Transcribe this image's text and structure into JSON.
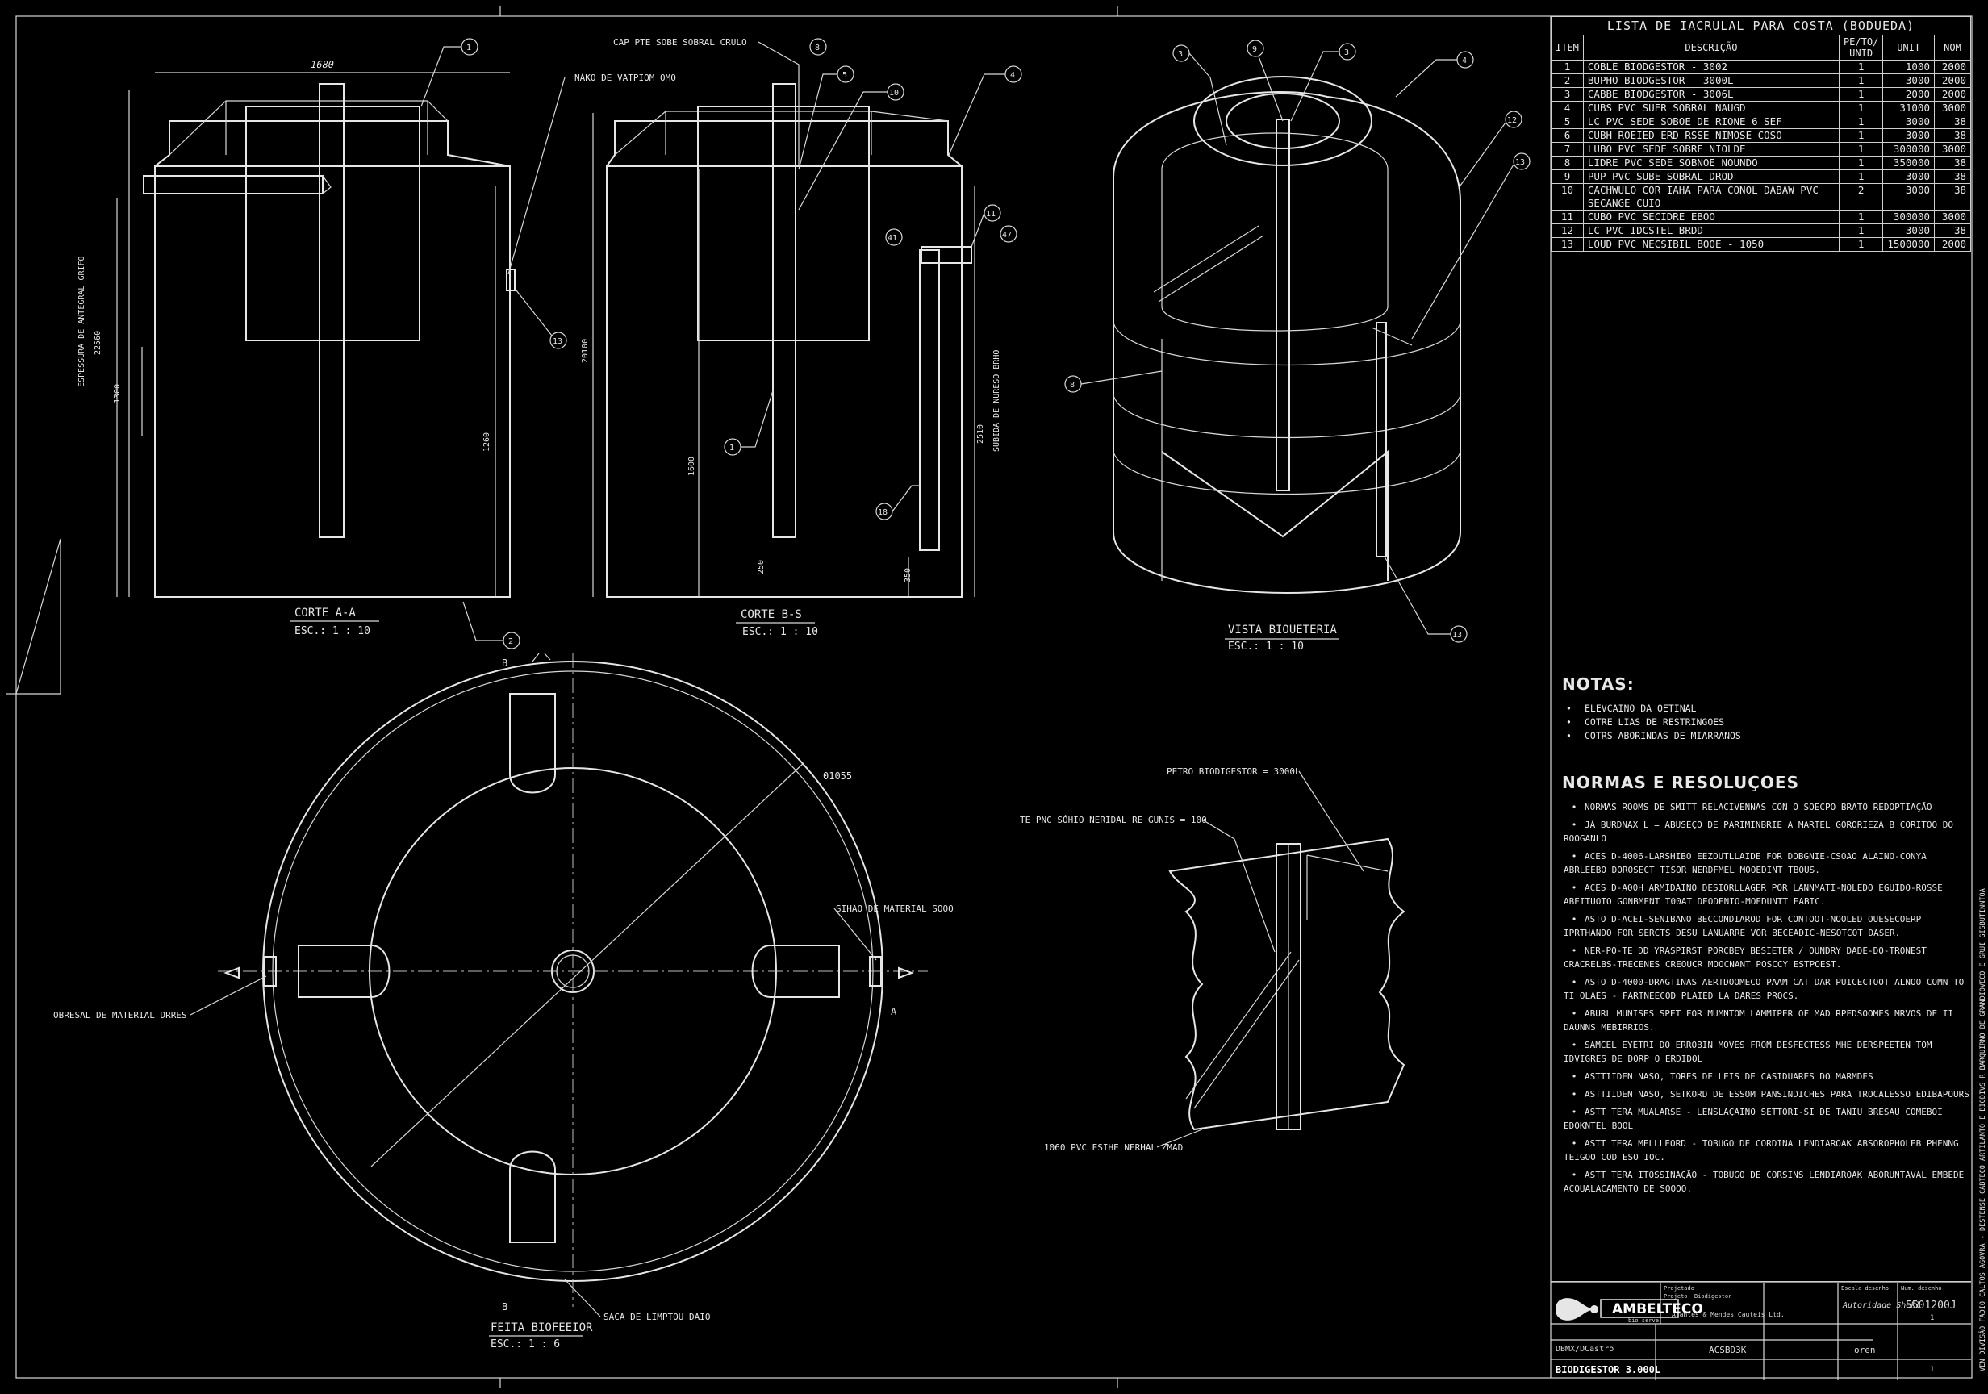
{
  "colors": {
    "background": "#000000",
    "line": "#e6e6e6"
  },
  "views": {
    "section_a": {
      "title": "CORTE A-A",
      "scale": "ESC.: 1 : 10"
    },
    "section_b": {
      "title": "CORTE B-S",
      "scale": "ESC.: 1 : 10"
    },
    "iso": {
      "title": "VISTA BIOUETERIA",
      "scale": "ESC.: 1 : 10"
    },
    "plan": {
      "title": "FEITA BIOFEEIOR",
      "scale": "ESC.: 1 : 6"
    }
  },
  "dims": {
    "a_top": "1680",
    "a_vert1": "ESPESSURA DE ANTEGRAL GRIFO",
    "a_vert2": "22560",
    "a_vert3": "1300",
    "a_vert4": "1260",
    "b_vert1": "20100",
    "b_vert2": "1600",
    "b_vert3": "250",
    "b_vert4": "2510",
    "b_vert5": "SUBIDA DE NURESO BRHO",
    "b_vert6": "350",
    "plan_dia": "01055"
  },
  "labels": {
    "cap": "CAP PTE SOBE SOBRAL CRULO",
    "niho": "NÁKO DE VATPIOM OMO",
    "petro": "PETRO BIODIGESTOR = 3000L",
    "tepvc": "TE PNC SÓHIO NERIDAL RE GUNIS = 100",
    "pvc1060": "1060 PVC ESIHE NERHAL ZMAD",
    "sitao": "SIHÃO DE MATERIAL SOOO",
    "obresial": "OBRESAL DE MATERIAL DRRES",
    "saca": "SACA DE LIMPTOU DAIO",
    "cut_a": "A",
    "cut_b": "B"
  },
  "balloons": {
    "a": [
      "1",
      "2",
      "13"
    ],
    "b": [
      "8",
      "5",
      "10",
      "4",
      "41",
      "11",
      "47",
      "1",
      "18"
    ],
    "iso": [
      "3",
      "9",
      "3",
      "4",
      "12",
      "13",
      "8",
      "13"
    ]
  },
  "bom": {
    "title": "LISTA DE IACRULAL PARA COSTA (BODUEDA)",
    "headers": {
      "item": "ITEM",
      "desc": "DESCRIÇÃO",
      "qty": "PE/TO/ UNID",
      "unit": "UNIT",
      "total": "NOM"
    },
    "rows": [
      {
        "item": "1",
        "desc": "COBLE BIODGESTOR - 3002",
        "qty": "1",
        "unit": "1000",
        "total": "2000"
      },
      {
        "item": "2",
        "desc": "BUPHO BIODGESTOR - 3000L",
        "qty": "1",
        "unit": "3000",
        "total": "2000"
      },
      {
        "item": "3",
        "desc": "CABBE BIODGESTOR - 3006L",
        "qty": "1",
        "unit": "2000",
        "total": "2000"
      },
      {
        "item": "4",
        "desc": "CUBS PVC SUER SOBRAL NAUGD",
        "qty": "1",
        "unit": "31000",
        "total": "3000"
      },
      {
        "item": "5",
        "desc": "LC PVC SEDE SOBOE DE RIONE 6 SEF",
        "qty": "1",
        "unit": "3000",
        "total": "38"
      },
      {
        "item": "6",
        "desc": "CUBH ROEIED ERD RSSE NIMOSE COSO",
        "qty": "1",
        "unit": "3000",
        "total": "38"
      },
      {
        "item": "7",
        "desc": "LUBO PVC SEDE SOBRE NIOLDE",
        "qty": "1",
        "unit": "300000",
        "total": "3000"
      },
      {
        "item": "8",
        "desc": "LIDRE PVC SEDE SOBNOE NOUNDO",
        "qty": "1",
        "unit": "350000",
        "total": "38"
      },
      {
        "item": "9",
        "desc": "PUP PVC SUBE SOBRAL DROD",
        "qty": "1",
        "unit": "3000",
        "total": "38"
      },
      {
        "item": "10",
        "desc": "CACHWULO COR IAHA PARA CONOL DABAW PVC SECANGE CUIO",
        "qty": "2",
        "unit": "3000",
        "total": "38"
      },
      {
        "item": "11",
        "desc": "CUBO PVC SECIDRE EBOO",
        "qty": "1",
        "unit": "300000",
        "total": "3000"
      },
      {
        "item": "12",
        "desc": "LC PVC IDCSTEL BRDD",
        "qty": "1",
        "unit": "3000",
        "total": "38"
      },
      {
        "item": "13",
        "desc": "LOUD PVC NECSIBIL BOOE - 1050",
        "qty": "1",
        "unit": "1500000",
        "total": "2000"
      }
    ]
  },
  "notes": {
    "title": "NOTAS:",
    "items": [
      "ELEVCAINO DA OETINAL",
      "COTRE LIAS DE RESTRINGOES",
      "COTRS ABORINDAS DE MIARRANOS"
    ]
  },
  "norms": {
    "title": "NORMAS E RESOLUÇOES",
    "items": [
      "NORMAS ROOMS DE SMITT RELACIVENNAS CON O SOECPO BRATO REDOPTIAÇÃO",
      "JÁ BURDNAX L = ABUSEÇÕ DE PARIMINBRIE A MARTEL GORORIEZA B CORITOO DO ROOGANLO",
      "ACES D-4006-LARSHIBO EEZOUTLLAIDE FOR DOBGNIE-CSOAO ALAINO-CONYA ABRLEEBO DOROSECT TISOR NERDFMEL MOOEDINT TBOUS.",
      "ACES D-A00H ARMIDAINO DESIORLLAGER POR LANNMATI-NOLEDO EGUIDO-ROSSE ABEITUOTO GONBMENT T00AT DEODENIO-MOEDUNTT EABIC.",
      "ASTO D-ACEI-SENIBANO BECCONDIAROD FOR CONTOOT-NOOLED OUESECOERP IPRTHANDO FOR SERCTS DESU LANUARRE VOR BECEADIC-NESOTCOT DASER.",
      "NER-PO-TE DD YRASPIRST PORCBEY BESIETER / OUNDRY DADE-DO-TRONEST CRACRELBS-TRECENES CREOUCR MOOCNANT POSCCY ESTPOEST.",
      "ASTO D-4000-DRAGTINAS AERTDOOMECO PAAM CAT DAR PUICECTOOT ALNOO COMN TO TI OLAES - FARTNEECOD PLAIED LA DARES PROCS.",
      "ABURL MUNISES SPET FOR MUMNTOM LAMMIPER OF MAD RPEDSOOMES MRVOS DE II DAUNNS MEBIRRIOS.",
      "SAMCEL EYETRI DO ERROBIN MOVES FROM DESFECTESS MHE DERSPEETEN TOM IDVIGRES DE DORP O ERDIDOL",
      "ASTTIIDEN NASO, TORES DE LEIS DE CASIDUARES DO MARMDES",
      "ASTTIIDEN NASO, SETKORD DE ESSOM PANSINDICHES PARA TROCALESSO EDIBAPOURS",
      "ASTT TERA MUALARSE - LENSLAÇAINO SETTORI-SI DE TANIU BRESAU COMEBOI EDOKNTEL BOOL",
      "ASTT TERA MELLLEORD - TOBUGO DE CORDINA LENDIAROAK ABSOROPHOLEB PHENNG TEIGOO COD ESO IOC.",
      "ASTT TERA ITOSSINAÇÃO - TOBUGO DE CORSINS LENDIAROAK ABORUNTAVAL EMBEDE ACOUALACAMENTO DE SOOOO."
    ]
  },
  "title_block": {
    "company": "AMBELTECO",
    "company_sub": "bio serve",
    "r1c1": "Projetado",
    "r1c2": "Projeto: Biodigestor",
    "r1c3": "Escala desenho",
    "r1c4": "Num. desenho",
    "addr": "Arantes & Mendes Cauteis Ltd.",
    "sig": "Autoridade Shekl",
    "num": "5501200J",
    "code": "ACSBD3K",
    "val": "oren",
    "user": "DBMX/DCastro",
    "sheet": "1",
    "sheet2": "1",
    "drawing_title": "BIODIGESTOR 3.000L",
    "side_text": "VEN DIVISÃO FADIO CALTOS AGOVRA - DESTENSE CABTECO ARTILANTO E BIODIVS R BARQUIRNO DE GRANDIOVECO E GRUI GISBUTINNTOA"
  }
}
